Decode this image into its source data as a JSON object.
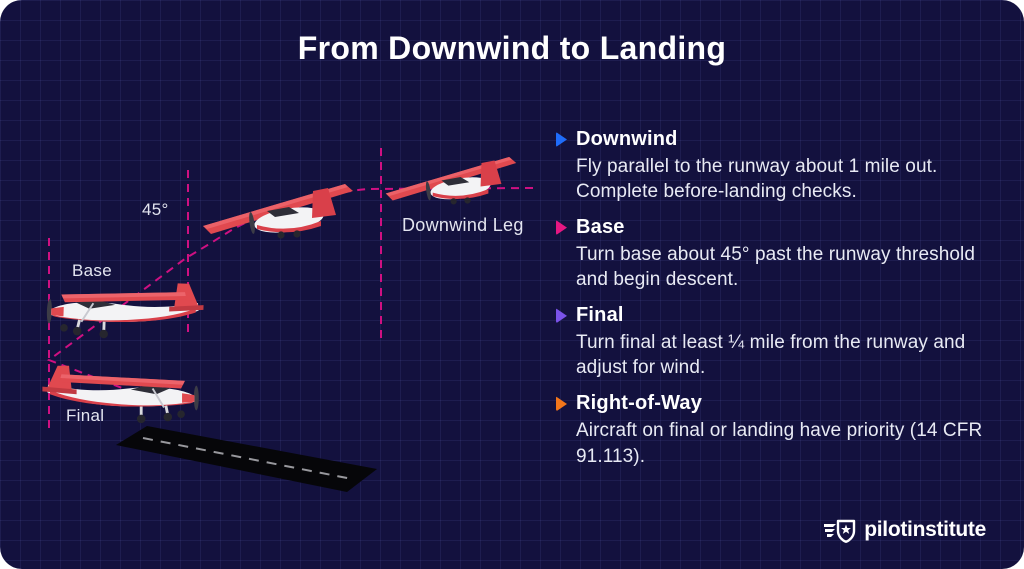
{
  "title": "From Downwind to Landing",
  "theme": {
    "background": "#13113e",
    "grid_line": "rgba(130,135,230,0.10)",
    "path_dash": "#cf1082",
    "plane_red": "#e0494f",
    "plane_red_dark": "#c13a42",
    "plane_white": "#f3f3f5",
    "runway_black": "#060609",
    "text": "#e8eaf4"
  },
  "diagram": {
    "labels": {
      "angle": "45°",
      "base": "Base",
      "final": "Final",
      "downwind_leg": "Downwind Leg"
    }
  },
  "legend": {
    "items": [
      {
        "heading": "Downwind",
        "body": "Fly parallel to the runway about 1 mile out. Complete before-landing checks.",
        "color": "#1f6cf9"
      },
      {
        "heading": "Base",
        "body": "Turn base about 45° past the runway threshold and begin descent.",
        "color": "#e51782"
      },
      {
        "heading": "Final",
        "body": "Turn final at least ¼ mile from the runway and adjust for wind.",
        "color": "#7a52e8"
      },
      {
        "heading": "Right-of-Way",
        "body": "Aircraft on final or landing have priority (14 CFR 91.113).",
        "color": "#f2761b"
      }
    ]
  },
  "footer": {
    "brand": "pilotinstitute"
  }
}
